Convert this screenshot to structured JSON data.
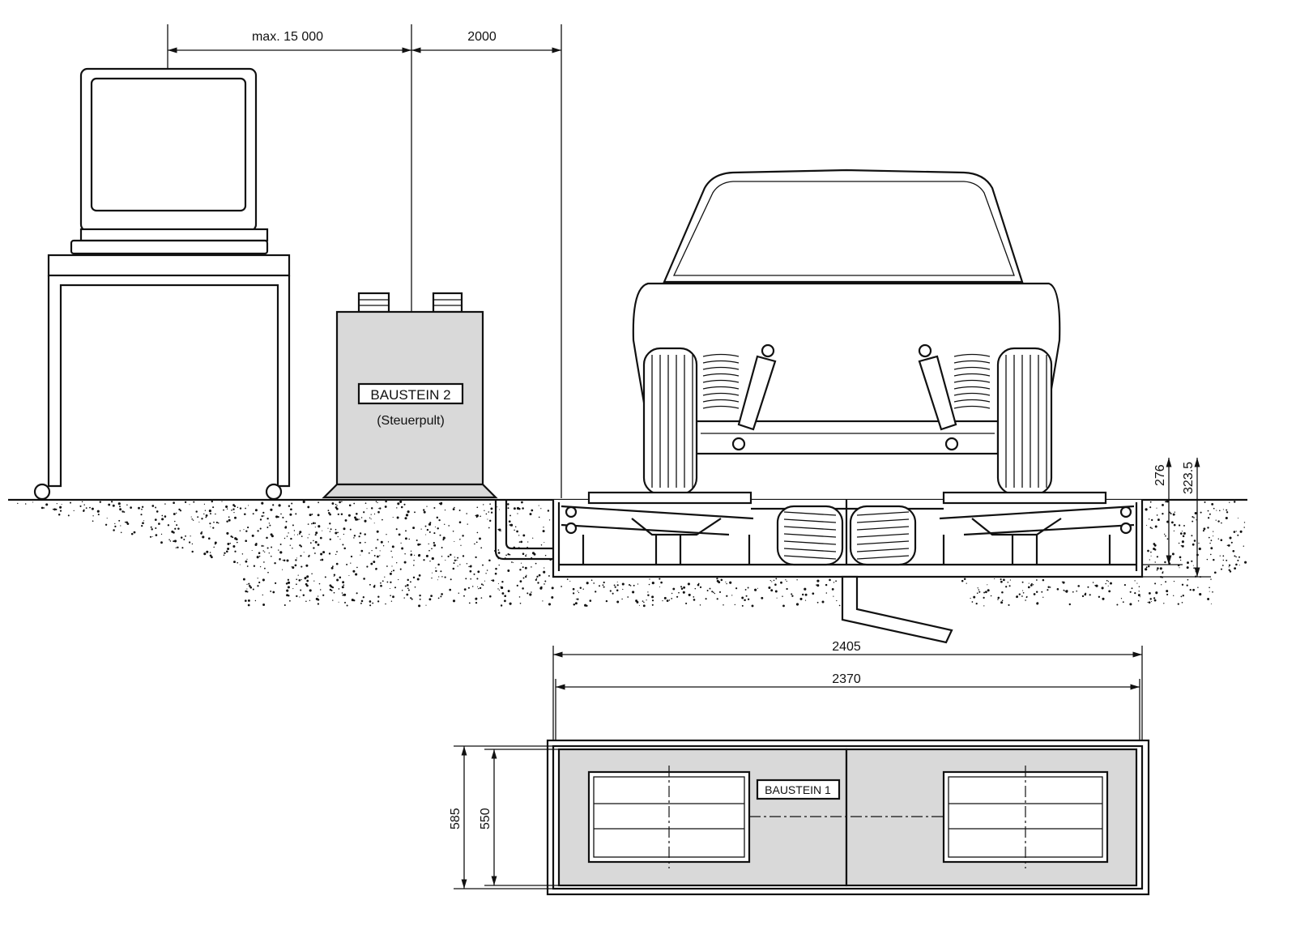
{
  "dimensions": {
    "max_distance": "max. 15 000",
    "console_offset": "2000",
    "outer_length": "2405",
    "inner_length": "2370",
    "outer_width": "585",
    "inner_width": "550",
    "pit_depth_inner": "276",
    "pit_depth_outer": "323.5"
  },
  "labels": {
    "module2": "BAUSTEIN 2",
    "module2_sub": "(Steuerpult)",
    "module1": "BAUSTEIN 1"
  },
  "colors": {
    "fill": "#d9d9d9",
    "line": "#111111"
  }
}
